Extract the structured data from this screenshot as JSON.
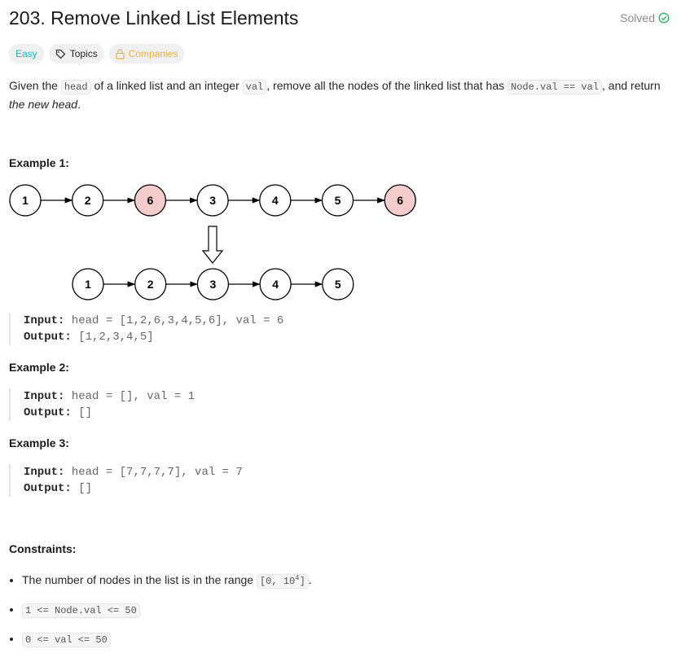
{
  "title": "203. Remove Linked List Elements",
  "status": "Solved",
  "tags": {
    "difficulty": "Easy",
    "topics": "Topics",
    "companies": "Companies"
  },
  "desc": {
    "p1": "Given the ",
    "c1": "head",
    "p2": " of a linked list and an integer ",
    "c2": "val",
    "p3": ", remove all the nodes of the linked list that has ",
    "c3": "Node.val == val",
    "p4": ", and return ",
    "em": "the new head",
    "p5": "."
  },
  "examples": [
    {
      "label": "Example 1:",
      "input": "head = [1,2,6,3,4,5,6], val = 6",
      "output": "[1,2,3,4,5]"
    },
    {
      "label": "Example 2:",
      "input": "head = [], val = 1",
      "output": "[]"
    },
    {
      "label": "Example 3:",
      "input": "head = [7,7,7,7], val = 7",
      "output": "[]"
    }
  ],
  "io": {
    "input": "Input:",
    "output": "Output:"
  },
  "diagram": {
    "before": [
      1,
      2,
      6,
      3,
      4,
      5,
      6
    ],
    "after": [
      1,
      2,
      3,
      4,
      5
    ],
    "removed": 6,
    "highlight": "#f4cccc"
  },
  "constraints": {
    "label": "Constraints:",
    "c1_text": "The number of nodes in the list is in the range ",
    "c1_code": "[0, 10",
    "c1_sup": "4",
    "c1_end": "]",
    "c2": "1 <= Node.val <= 50",
    "c3": "0 <= val <= 50"
  }
}
